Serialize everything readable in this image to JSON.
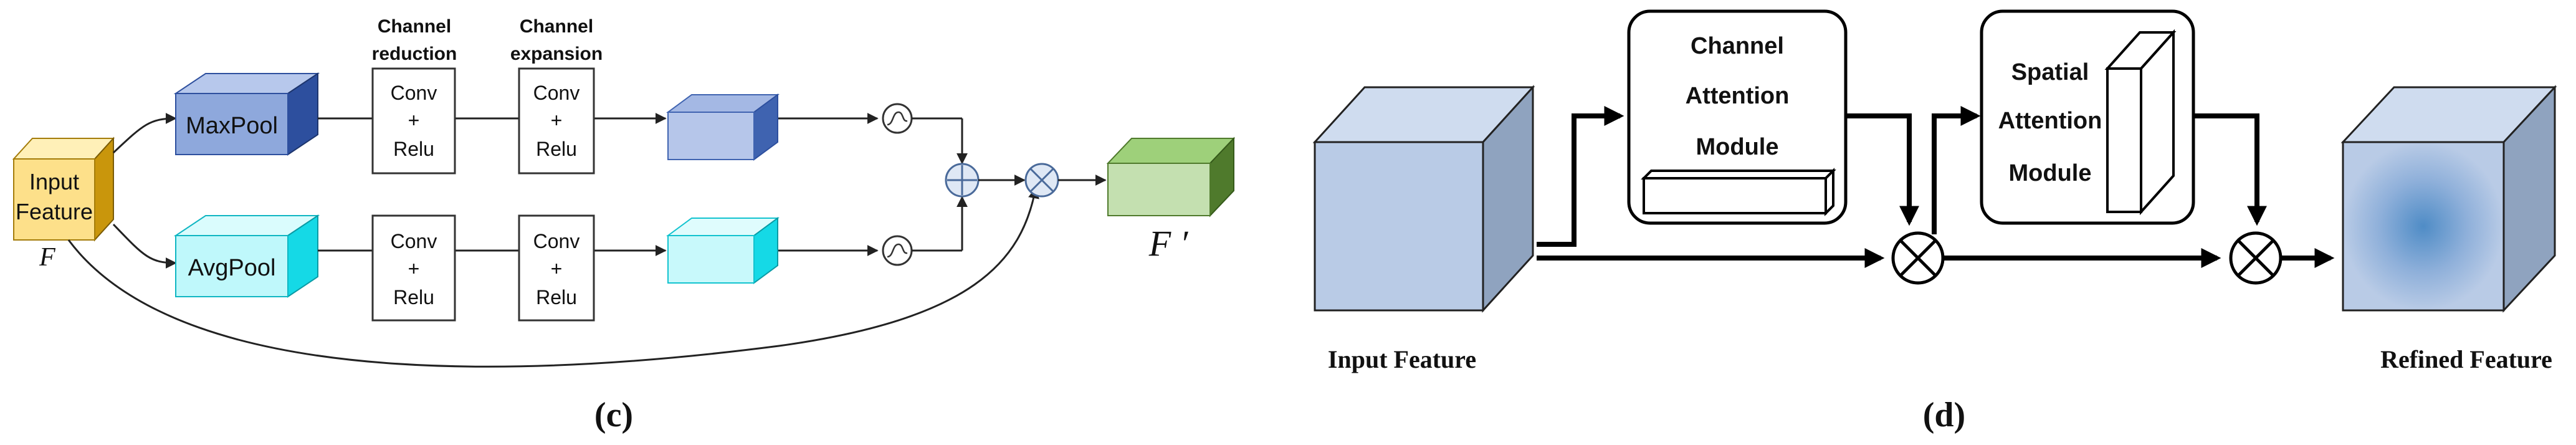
{
  "panel_c": {
    "caption": "(c)",
    "input": {
      "line1": "Input",
      "line2": "Feature",
      "symbol": "F"
    },
    "maxpool_label": "MaxPool",
    "avgpool_label": "AvgPool",
    "reduction_header": {
      "line1": "Channel",
      "line2": "reduction"
    },
    "expansion_header": {
      "line1": "Channel",
      "line2": "expansion"
    },
    "conv_block": {
      "line1": "Conv",
      "line2": "+",
      "line3": "Relu"
    },
    "sigmoid_icon": "sigmoid-icon",
    "add_icon": "plus-circle-icon",
    "multiply_icon": "times-circle-icon",
    "output_symbol": "F ′",
    "colors": {
      "input_front": "#fde08a",
      "input_side": "#c9960c",
      "maxpool_front": "#8ea8dc",
      "maxpool_side": "#2d4f9e",
      "avgpool_front": "#bff8fb",
      "avgpool_side": "#15d9e6",
      "output_front": "#c4e0b0",
      "output_side": "#4f7a2c"
    }
  },
  "panel_d": {
    "caption": "(d)",
    "input_label": "Input Feature",
    "output_label": "Refined Feature",
    "channel_module": {
      "line1": "Channel",
      "line2": "Attention",
      "line3": "Module"
    },
    "spatial_module": {
      "line1": "Spatial",
      "line2": "Attention",
      "line3": "Module"
    },
    "multiply_icon": "times-circle-icon",
    "colors": {
      "cube_front": "#b9cbe6",
      "cube_top": "#cfdcef",
      "cube_side": "#8fa3bf",
      "glow": "#4f8cc6"
    }
  }
}
